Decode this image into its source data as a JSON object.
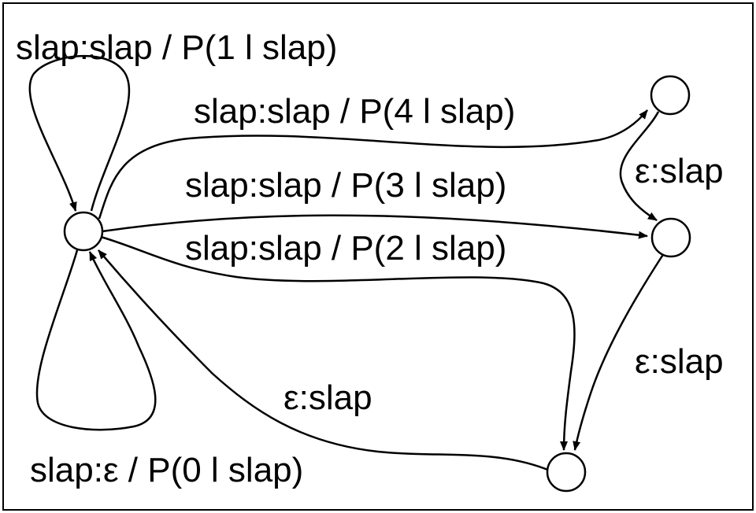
{
  "diagram": {
    "nodes": [
      {
        "id": "start"
      },
      {
        "id": "upper-right"
      },
      {
        "id": "middle-right"
      },
      {
        "id": "bottom"
      }
    ],
    "edges": [
      {
        "from": "start",
        "to": "start",
        "label": "slap:slap / P(1 l slap)"
      },
      {
        "from": "start",
        "to": "upper-right",
        "label": "slap:slap / P(4 l slap)"
      },
      {
        "from": "start",
        "to": "middle-right",
        "label": "slap:slap / P(3 l slap)"
      },
      {
        "from": "start",
        "to": "bottom",
        "label": "slap:slap / P(2 l slap)"
      },
      {
        "from": "upper-right",
        "to": "middle-right",
        "label": "ε:slap"
      },
      {
        "from": "middle-right",
        "to": "bottom",
        "label": "ε:slap"
      },
      {
        "from": "bottom",
        "to": "start",
        "label": "ε:slap"
      },
      {
        "from": "start",
        "to": "start",
        "label": "slap:ε / P(0 l slap)"
      }
    ]
  }
}
